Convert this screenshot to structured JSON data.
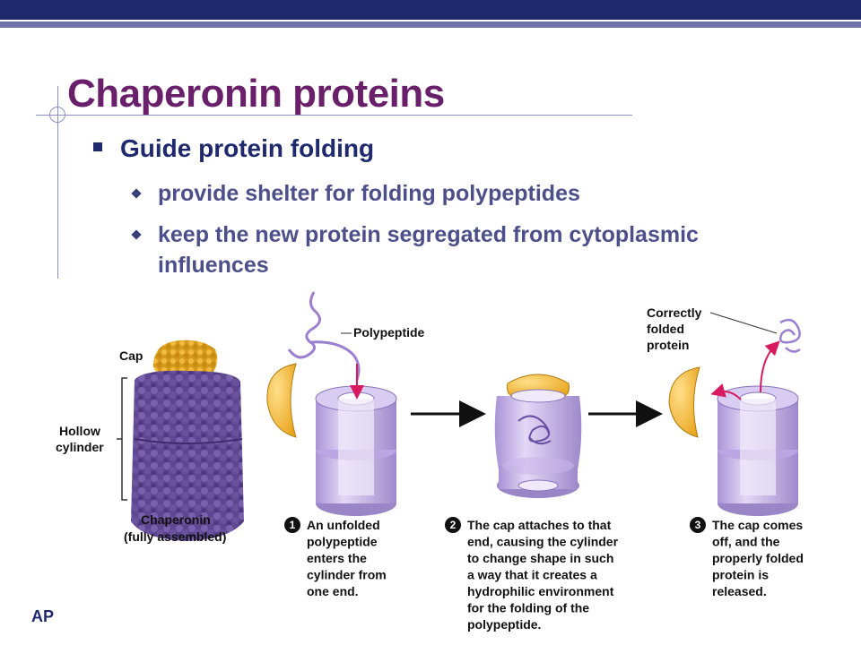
{
  "slide": {
    "title": "Chaperonin proteins",
    "bullet": "Guide protein folding",
    "sub_bullets": [
      "provide shelter for folding polypeptides",
      "keep the new protein segregated from cytoplasmic influences"
    ],
    "footer": "AP"
  },
  "figure": {
    "labels": {
      "cap": "Cap",
      "hollow_line1": "Hollow",
      "hollow_line2": "cylinder",
      "chaperonin": "Chaperonin",
      "assembled": "(fully assembled)",
      "polypeptide": "Polypeptide",
      "correct_line1": "Correctly",
      "correct_line2": "folded",
      "correct_line3": "protein"
    },
    "steps": [
      {
        "number": "1",
        "lines": [
          "An unfolded",
          "polypeptide",
          "enters the",
          "cylinder from",
          "one end."
        ]
      },
      {
        "number": "2",
        "lines": [
          "The cap attaches to that",
          "end, causing the cylinder",
          "to change shape in such",
          "a way that it creates a",
          "hydrophilic environment",
          "for the folding of the",
          "polypeptide."
        ]
      },
      {
        "number": "3",
        "lines": [
          "The cap comes",
          "off, and the",
          "properly folded",
          "protein is",
          "released."
        ]
      }
    ],
    "colors": {
      "cylinder": "#c9b6ea",
      "cylinder_dark": "#9a86c6",
      "cap": "#f2b631",
      "protein": "#5e4691",
      "arrow": "#d81b60"
    }
  }
}
